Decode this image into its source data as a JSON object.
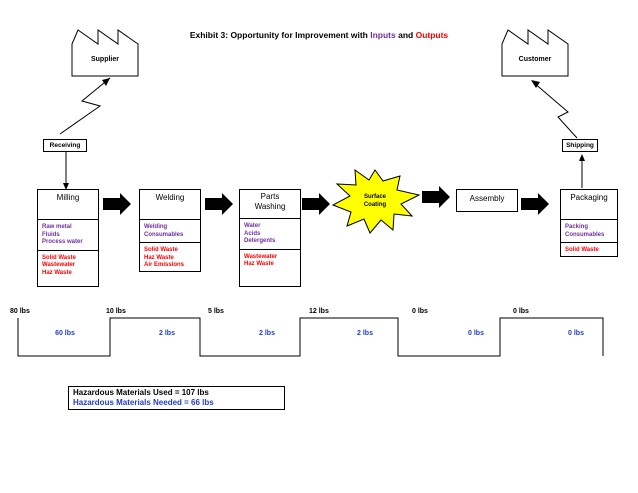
{
  "title": {
    "prefix": "Exhibit 3: Opportunity for Improvement with ",
    "inputs": "Inputs",
    "and": " and ",
    "outputs": "Outputs"
  },
  "supplier_label": "Supplier",
  "customer_label": "Customer",
  "receiving_label": "Receiving",
  "shipping_label": "Shipping",
  "surface_coating_lines": [
    "Surface",
    "Coating"
  ],
  "assembly_label": "Assembly",
  "processes": [
    {
      "name_lines": [
        "Milling"
      ],
      "inputs": [
        "Raw metal",
        "Fluids",
        "Process water"
      ],
      "outputs": [
        "Solid Waste",
        "Wastewater",
        "Haz Waste"
      ]
    },
    {
      "name_lines": [
        "Welding"
      ],
      "inputs": [
        "Welding",
        "Consumables"
      ],
      "outputs": [
        "Solid Waste",
        "Haz Waste",
        "Air Emissions"
      ]
    },
    {
      "name_lines": [
        "Parts",
        "Washing"
      ],
      "inputs": [
        "Water",
        "Acids",
        "Detergents"
      ],
      "outputs": [
        "Wastewater",
        "Haz Waste"
      ]
    },
    {
      "name_lines": [
        "Packaging"
      ],
      "inputs": [
        "Packing",
        "Consumables"
      ],
      "outputs": [
        "Solid Waste"
      ]
    }
  ],
  "timeline_top": [
    "80 lbs",
    "10 lbs",
    "5 lbs",
    "12 lbs",
    "0 lbs",
    "0 lbs"
  ],
  "timeline_bottom": [
    "60 lbs",
    "2 lbs",
    "2 lbs",
    "2 lbs",
    "0 lbs",
    "0 lbs"
  ],
  "summary": {
    "used": "Hazardous Materials Used = 107 lbs",
    "needed": "Hazardous Materials Needed = 66 lbs"
  },
  "colors": {
    "inputs": "#7030A0",
    "outputs": "#FF0000",
    "needed": "#1F3FBF",
    "starburst": "#FFFF00"
  }
}
